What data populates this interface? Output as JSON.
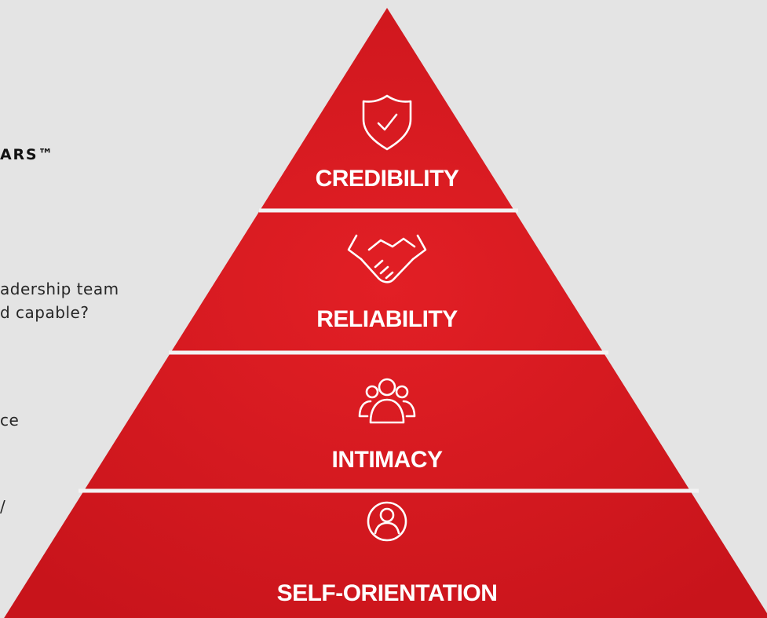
{
  "left_text": {
    "heading": "ARS™",
    "lines": [
      "adership team",
      "d capable?",
      "ce",
      "/"
    ]
  },
  "pyramid": {
    "color": "#d71920",
    "divider_color": "#f3f3f3",
    "tiers": [
      {
        "label": "CREDIBILITY",
        "icon": "shield-check-icon"
      },
      {
        "label": "RELIABILITY",
        "icon": "handshake-icon"
      },
      {
        "label": "INTIMACY",
        "icon": "people-group-icon"
      },
      {
        "label": "SELF-ORIENTATION",
        "icon": "person-circle-icon"
      }
    ]
  }
}
